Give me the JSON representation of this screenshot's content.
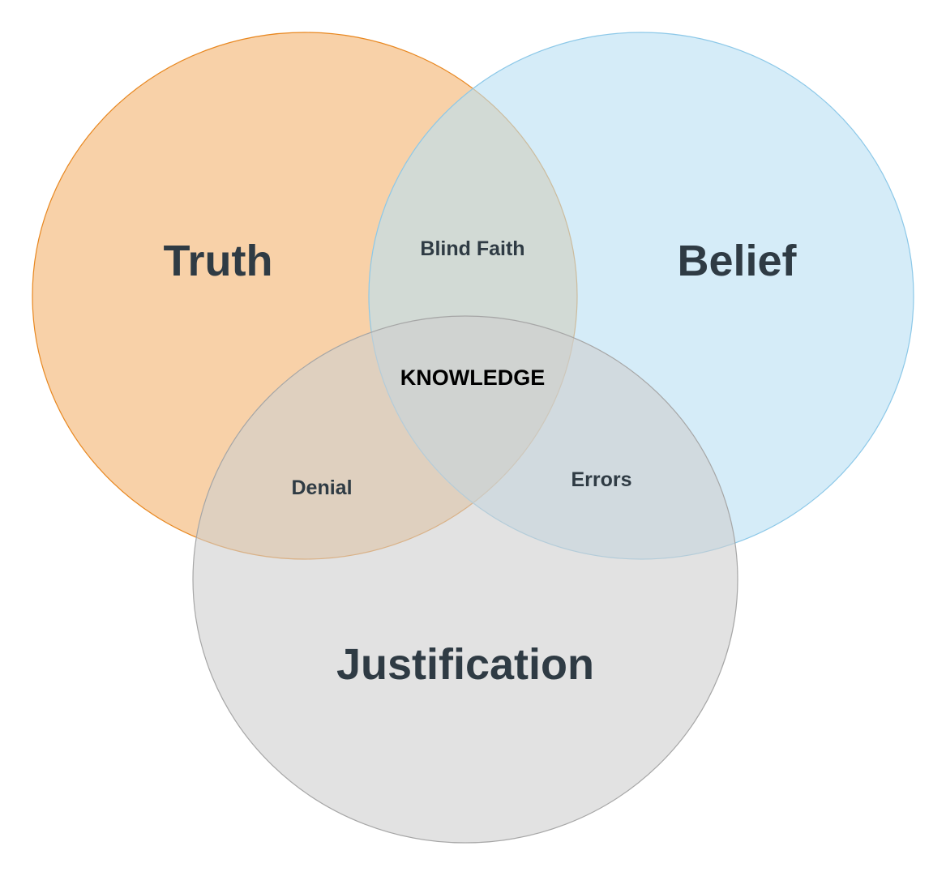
{
  "diagram": {
    "type": "venn",
    "sets": [
      {
        "name": "Truth",
        "fill": "#f5b97a",
        "stroke": "#e8871f"
      },
      {
        "name": "Belief",
        "fill": "#b9dff3",
        "stroke": "#8cc8e8"
      },
      {
        "name": "Justification",
        "fill": "#cfcfcf",
        "stroke": "#a6a6a6"
      }
    ],
    "overlaps": {
      "truth_belief": "Blind Faith",
      "truth_justification": "Denial",
      "belief_justification": "Errors",
      "all": "KNOWLEDGE"
    }
  }
}
